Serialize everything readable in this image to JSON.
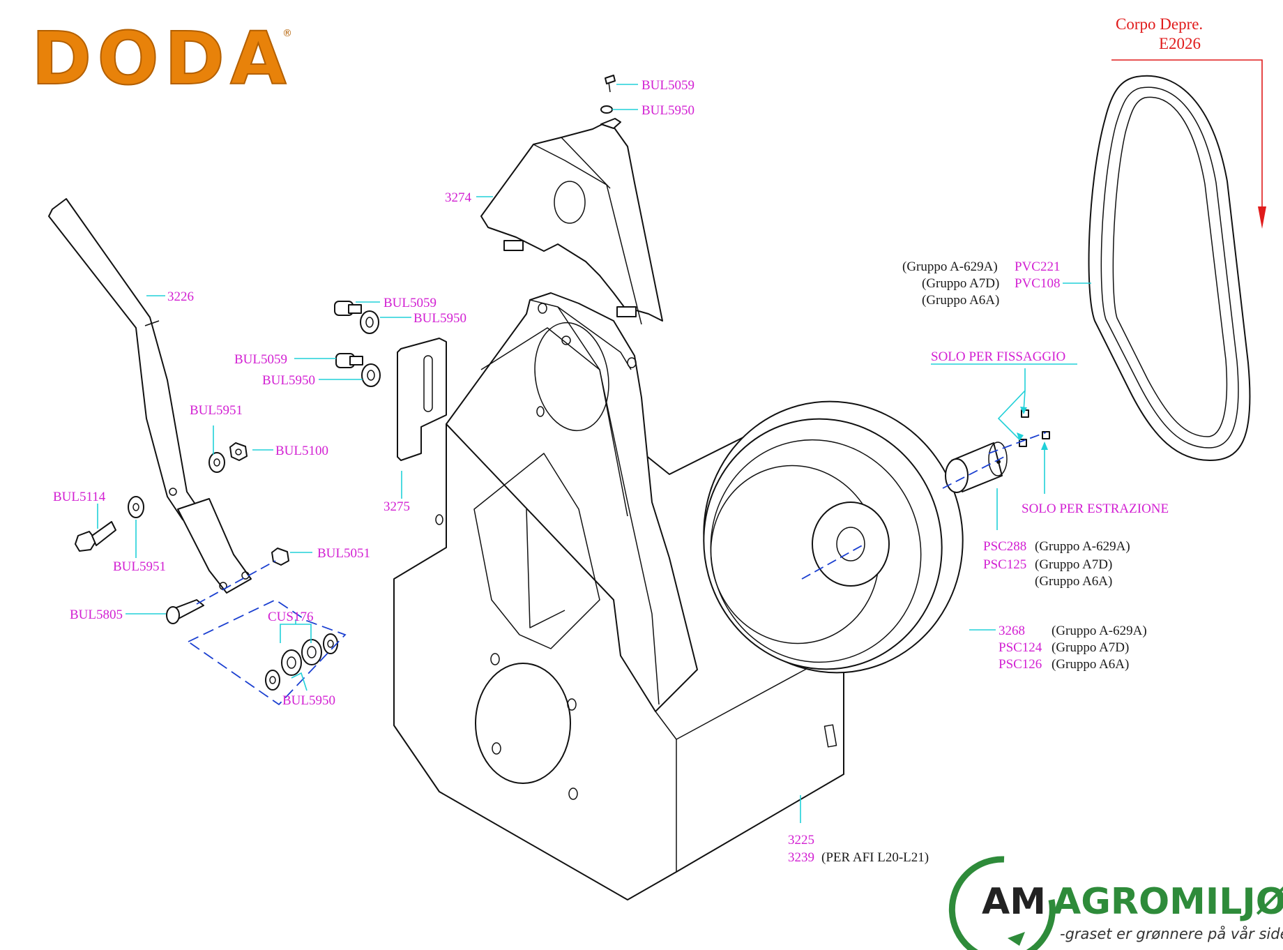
{
  "brand": {
    "logo_text": "DODA",
    "registered": "®"
  },
  "agromiljo": {
    "initials": "AM",
    "name": "AGROMILJØ",
    "tagline": "-graset er grønnere på vår side!"
  },
  "corner_note": {
    "line1": "Corpo Depre.",
    "line2": "E2026"
  },
  "labels": {
    "bul5059_top": "BUL5059",
    "bul5950_top": "BUL5950",
    "p3274": "3274",
    "p3226": "3226",
    "bul5059_a": "BUL5059",
    "bul5950_a": "BUL5950",
    "bul5059_b": "BUL5059",
    "bul5950_b": "BUL5950",
    "bul5951_a": "BUL5951",
    "bul5100": "BUL5100",
    "bul5114": "BUL5114",
    "bul5951_b": "BUL5951",
    "bul5051": "BUL5051",
    "bul5805": "BUL5805",
    "cus176": "CUS176",
    "bul5950_c": "BUL5950",
    "p3275": "3275",
    "p3225": "3225",
    "p3239": "3239",
    "p3239_note": "(PER AFI L20-L21)",
    "pvc221": "PVC221",
    "pvc108": "PVC108",
    "belt_grp1": "(Gruppo A-629A)",
    "belt_grp2": "(Gruppo A7D)",
    "belt_grp3": "(Gruppo A6A)",
    "solo_fissaggio": "SOLO PER FISSAGGIO",
    "solo_estrazione": "SOLO PER ESTRAZIONE",
    "psc288": "PSC288",
    "psc125": "PSC125",
    "psc_grp1": "(Gruppo A-629A)",
    "psc_grp2": "(Gruppo A7D)",
    "psc_grp3": "(Gruppo A6A)",
    "p3268": "3268",
    "psc124": "PSC124",
    "psc126": "PSC126",
    "pul_grp1": "(Gruppo A-629A)",
    "pul_grp2": "(Gruppo A7D)",
    "pul_grp3": "(Gruppo A6A)"
  },
  "colors": {
    "label": "#d21fd2",
    "leader": "#20d0d8",
    "axis": "#1a3fd0",
    "note": "#e01b1b",
    "logo_orange": "#e8820a",
    "agromiljo_green": "#2e8b3a"
  }
}
